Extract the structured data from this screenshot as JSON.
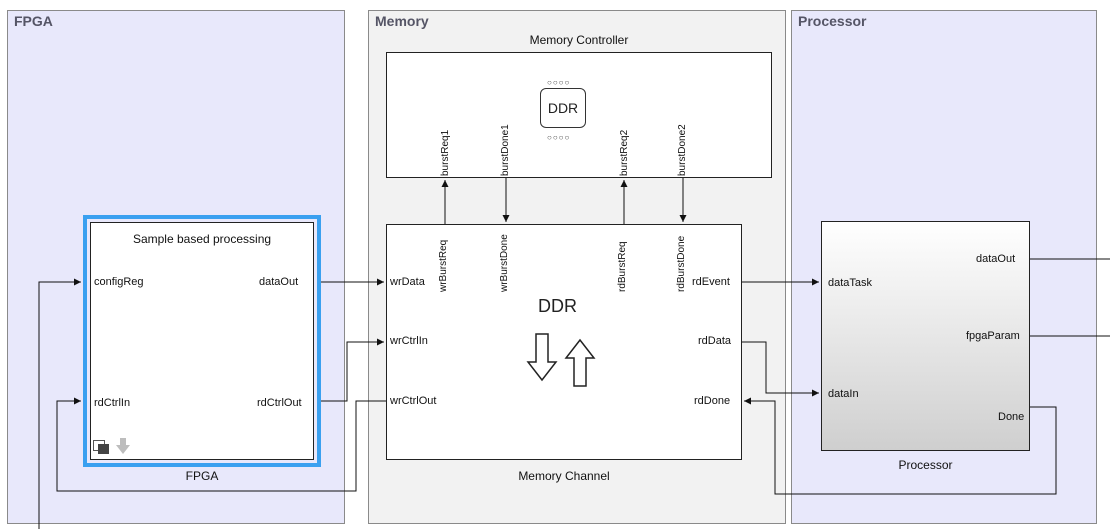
{
  "areas": {
    "fpga": "FPGA",
    "memory": "Memory",
    "processor": "Processor"
  },
  "fpga_block": {
    "title": "Sample based processing",
    "caption": "FPGA",
    "inputs": [
      "configReg",
      "rdCtrlIn"
    ],
    "outputs": [
      "dataOut",
      "rdCtrlOut"
    ],
    "icons": [
      "subsystem-icon",
      "arrow-down-icon"
    ]
  },
  "memory_controller": {
    "title": "Memory Controller",
    "chip_label": "DDR",
    "ports": [
      "burstReq1",
      "burstDone1",
      "burstReq2",
      "burstDone2"
    ]
  },
  "memory_channel": {
    "caption": "Memory Channel",
    "center_label": "DDR",
    "top_ports": [
      "wrBurstReq",
      "wrBurstDone",
      "rdBurstReq",
      "rdBurstDone"
    ],
    "inputs": [
      "wrData",
      "wrCtrlIn",
      "wrCtrlOut"
    ],
    "outputs": [
      "rdEvent",
      "rdData",
      "rdDone"
    ]
  },
  "processor_block": {
    "caption": "Processor",
    "inputs": [
      "dataTask",
      "dataIn"
    ],
    "outputs": [
      "dataOut",
      "fpgaParam",
      "Done"
    ]
  },
  "colors": {
    "area_fill": "#e8e8fb",
    "memory_fill": "#f2f2f2",
    "highlight": "#3aa0f0"
  }
}
